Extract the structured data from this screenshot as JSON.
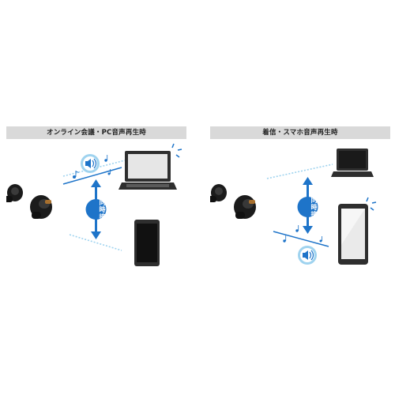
{
  "panels": [
    {
      "id": "online-meeting",
      "title": "オンライン会議・PC音声再生時",
      "center_label": "同時接続"
    },
    {
      "id": "incoming-call",
      "title": "着信・スマホ音声再生時",
      "center_label": "同時接続"
    }
  ],
  "colors": {
    "header_bg": "#d9d9d9",
    "accent_blue": "#1e74c9",
    "light_blue": "#9fd3ef",
    "device_dark": "#2e2e2e"
  }
}
